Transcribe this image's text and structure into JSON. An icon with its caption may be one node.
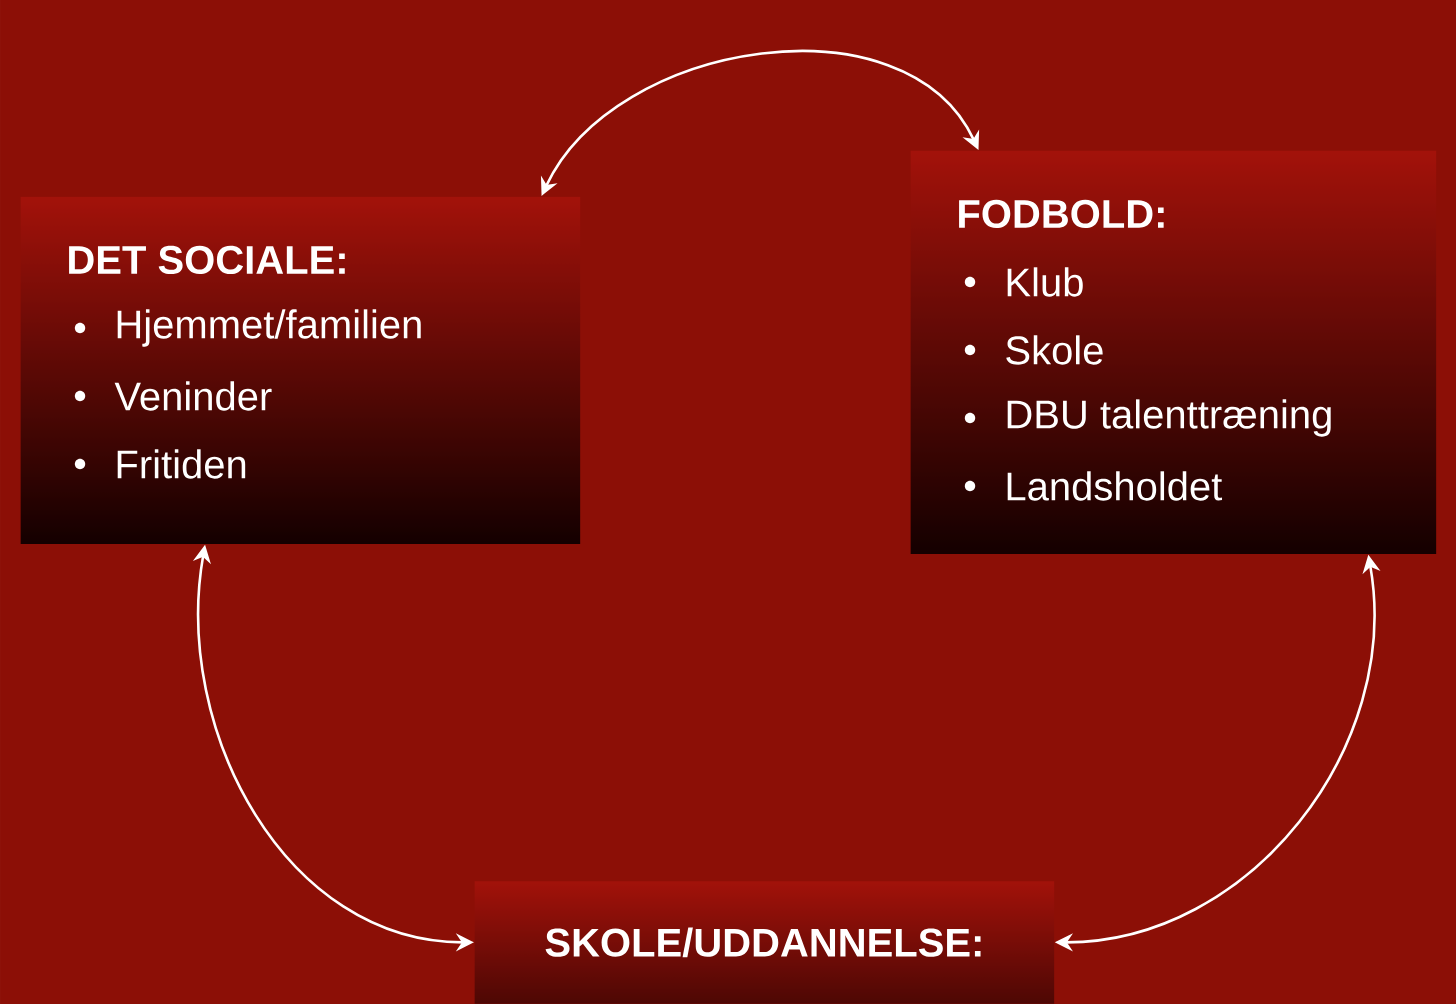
{
  "diagram": {
    "nodes": [
      {
        "text": [
          "DET SOCIALE:",
          "Hjemmet/familien",
          "Veninder",
          "Fritiden"
        ]
      },
      {
        "text": [
          "FODBOLD:",
          "Klub",
          "Skole",
          "DBU talenttræning",
          "Landsholdet"
        ]
      },
      {
        "text": [
          "SKOLE/UDDANNELSE:"
        ]
      }
    ],
    "edges": [
      {
        "from": 0,
        "to": 1,
        "arrow": "both"
      },
      {
        "from": 0,
        "to": 2,
        "arrow": "both"
      },
      {
        "from": 1,
        "to": 2,
        "arrow": "both"
      }
    ]
  }
}
